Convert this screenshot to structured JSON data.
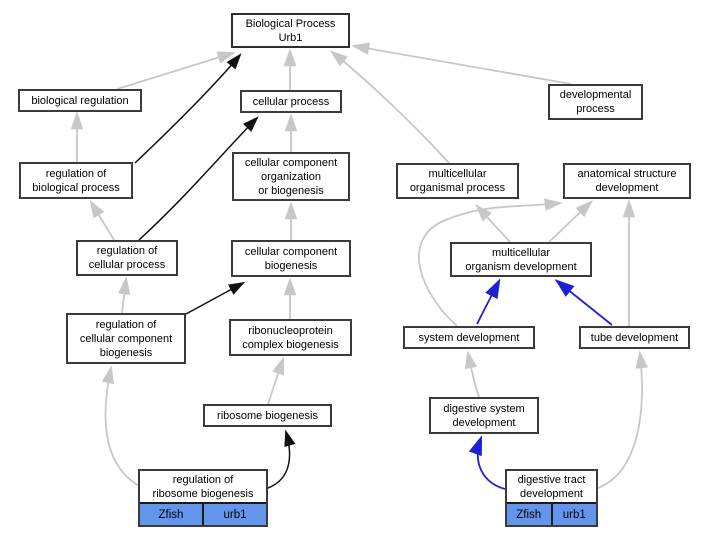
{
  "window": {
    "title": "GO ancestor chart for Urb1"
  },
  "colors": {
    "edge_gray": "#c7c7c7",
    "edge_black": "#111111",
    "edge_blue": "#1f1fd6",
    "gene_fill": "#6495ED",
    "node_border": "#3b3b3b",
    "background": "#ffffff"
  },
  "graph": {
    "nodes": [
      {
        "id": "bp",
        "label": "Biological Process\nUrb1",
        "root": true
      },
      {
        "id": "biological-regulation",
        "label": "biological regulation"
      },
      {
        "id": "cellular-process",
        "label": "cellular process"
      },
      {
        "id": "developmental-process",
        "label": "developmental\nprocess"
      },
      {
        "id": "reg-biological-process",
        "label": "regulation of\nbiological process"
      },
      {
        "id": "cc-org-biogenesis",
        "label": "cellular component\norganization\nor biogenesis"
      },
      {
        "id": "mult-organismal-process",
        "label": "multicellular\norganismal process"
      },
      {
        "id": "anatomical-structure-dev",
        "label": "anatomical structure\ndevelopment"
      },
      {
        "id": "reg-cellular-process",
        "label": "regulation of\ncellular process"
      },
      {
        "id": "cellular-component-biogenesis",
        "label": "cellular component\nbiogenesis"
      },
      {
        "id": "mult-organism-dev",
        "label": "multicellular\norganism development"
      },
      {
        "id": "reg-cc-biogenesis",
        "label": "regulation of\ncellular component\nbiogenesis"
      },
      {
        "id": "rnp-complex-biogenesis",
        "label": "ribonucleoprotein\ncomplex biogenesis"
      },
      {
        "id": "system-development",
        "label": "system development"
      },
      {
        "id": "tube-development",
        "label": "tube development"
      },
      {
        "id": "ribosome-biogenesis",
        "label": "ribosome biogenesis"
      },
      {
        "id": "digestive-system-dev",
        "label": "digestive system\ndevelopment"
      },
      {
        "id": "reg-ribosome-biogenesis",
        "label": "regulation of\nribosome biogenesis",
        "genes": [
          "Zfish",
          "urb1"
        ]
      },
      {
        "id": "digestive-tract-dev",
        "label": "digestive tract\ndevelopment",
        "genes": [
          "Zfish",
          "urb1"
        ]
      }
    ],
    "edges": [
      {
        "from": "biological-regulation",
        "to": "bp",
        "color": "gray"
      },
      {
        "from": "cellular-process",
        "to": "bp",
        "color": "gray"
      },
      {
        "from": "mult-organismal-process",
        "to": "bp",
        "color": "gray"
      },
      {
        "from": "developmental-process",
        "to": "bp",
        "color": "gray"
      },
      {
        "from": "reg-biological-process",
        "to": "biological-regulation",
        "color": "gray"
      },
      {
        "from": "cc-org-biogenesis",
        "to": "cellular-process",
        "color": "gray"
      },
      {
        "from": "cellular-component-biogenesis",
        "to": "cc-org-biogenesis",
        "color": "gray"
      },
      {
        "from": "reg-cellular-process",
        "to": "reg-biological-process",
        "color": "gray"
      },
      {
        "from": "reg-cc-biogenesis",
        "to": "reg-cellular-process",
        "color": "gray"
      },
      {
        "from": "rnp-complex-biogenesis",
        "to": "cellular-component-biogenesis",
        "color": "gray"
      },
      {
        "from": "ribosome-biogenesis",
        "to": "rnp-complex-biogenesis",
        "color": "gray"
      },
      {
        "from": "reg-ribosome-biogenesis",
        "to": "reg-cc-biogenesis",
        "color": "gray"
      },
      {
        "from": "mult-organism-dev",
        "to": "mult-organismal-process",
        "color": "gray"
      },
      {
        "from": "mult-organism-dev",
        "to": "anatomical-structure-dev",
        "color": "gray"
      },
      {
        "from": "system-development",
        "to": "anatomical-structure-dev",
        "color": "gray"
      },
      {
        "from": "tube-development",
        "to": "anatomical-structure-dev",
        "color": "gray"
      },
      {
        "from": "digestive-system-dev",
        "to": "system-development",
        "color": "gray"
      },
      {
        "from": "digestive-tract-dev",
        "to": "tube-development",
        "color": "gray"
      },
      {
        "from": "reg-biological-process",
        "to": "bp",
        "color": "black"
      },
      {
        "from": "reg-cellular-process",
        "to": "cellular-process",
        "color": "black"
      },
      {
        "from": "reg-cc-biogenesis",
        "to": "cellular-component-biogenesis",
        "color": "black"
      },
      {
        "from": "reg-ribosome-biogenesis",
        "to": "ribosome-biogenesis",
        "color": "black"
      },
      {
        "from": "system-development",
        "to": "mult-organism-dev",
        "color": "blue"
      },
      {
        "from": "tube-development",
        "to": "mult-organism-dev",
        "color": "blue"
      },
      {
        "from": "digestive-tract-dev",
        "to": "digestive-system-dev",
        "color": "blue"
      }
    ]
  }
}
